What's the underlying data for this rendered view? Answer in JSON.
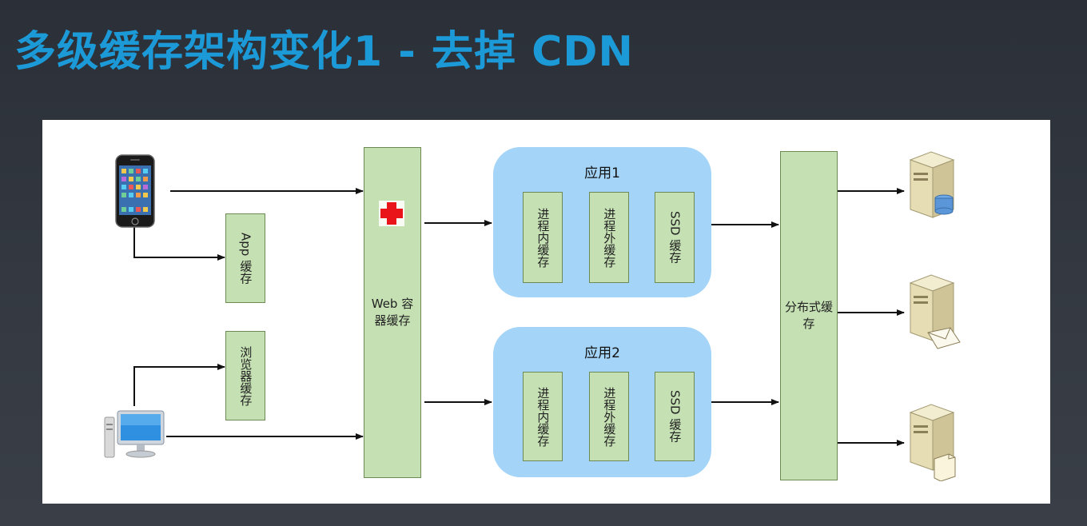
{
  "title": "多级缓存架构变化1 - 去掉 CDN",
  "boxes": {
    "app_cache": "App 缓存",
    "browser_cache": "浏览器缓存",
    "web_cache": "Web 容器缓存",
    "distributed_cache": "分布式缓存"
  },
  "apps": [
    {
      "title": "应用1",
      "caches": [
        "进程内缓存",
        "进程外缓存",
        "SSD 缓存"
      ]
    },
    {
      "title": "应用2",
      "caches": [
        "进程内缓存",
        "进程外缓存",
        "SSD 缓存"
      ]
    }
  ],
  "icons": [
    "phone-icon",
    "desktop-computer-icon",
    "firewall-cross-icon",
    "database-server-icon",
    "mail-server-icon",
    "file-server-icon"
  ],
  "colors": {
    "title": "#1c9ad8",
    "green_box": "#c5e0b3",
    "app_cluster": "#a4d4f7",
    "firewall_red": "#e8141a"
  }
}
